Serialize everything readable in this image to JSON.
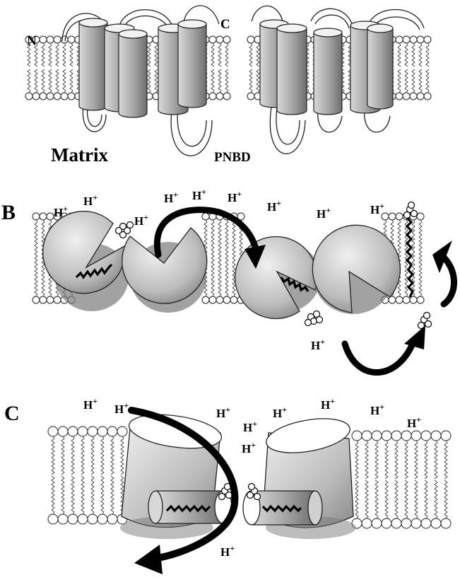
{
  "figure": {
    "panel_a": {
      "n_label": "N",
      "c_label": "C",
      "matrix_label": "Matrix",
      "pnbd_label": "PNBD"
    },
    "panel_b": {
      "letter": "B",
      "protons": [
        "H+",
        "H+",
        "H+",
        "H+",
        "H+",
        "H+",
        "H+",
        "H+",
        "H+",
        "H+"
      ]
    },
    "panel_c": {
      "letter": "C",
      "protons": [
        "H+",
        "H+",
        "H+",
        "H+",
        "H+",
        "H+",
        "H+",
        "H+",
        "H+",
        "H+"
      ]
    }
  }
}
